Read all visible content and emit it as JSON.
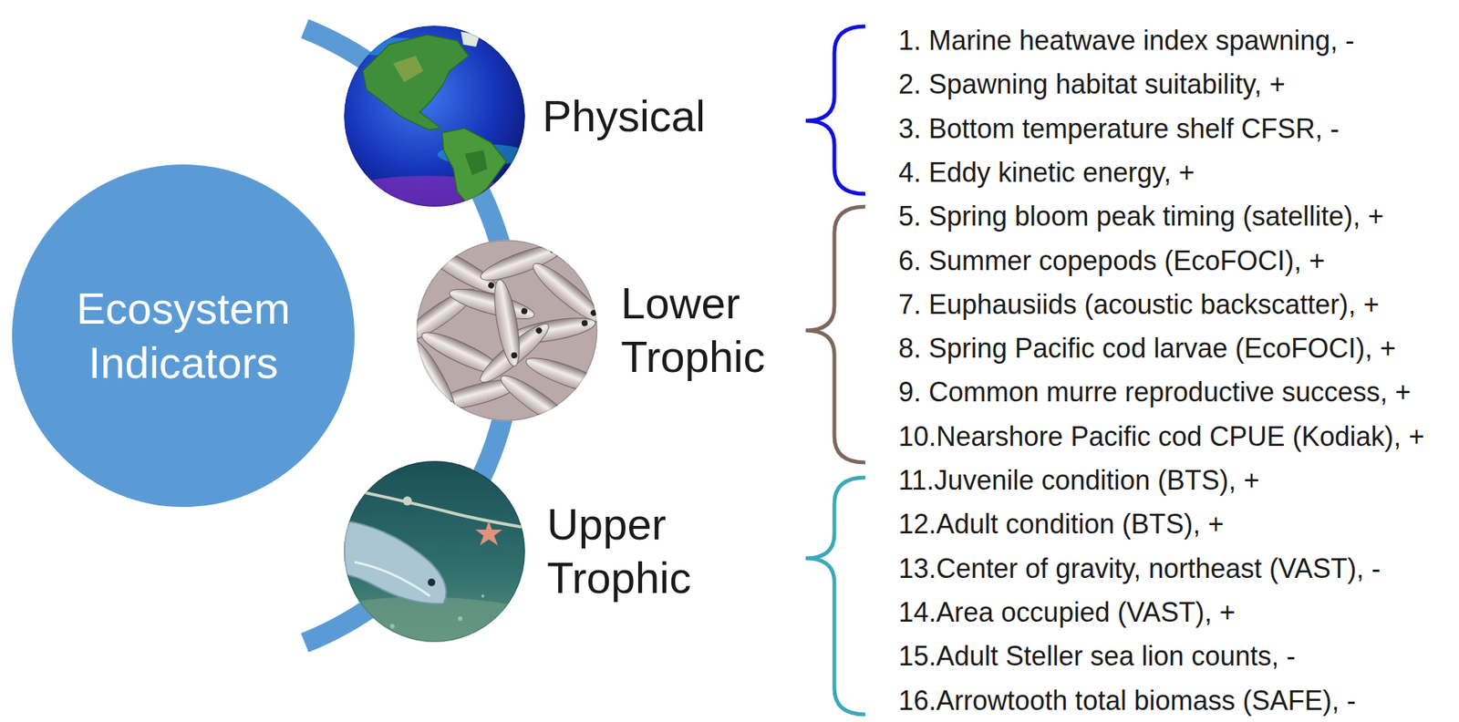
{
  "diagram": {
    "nodes": [
      {
        "text": [
          "Ecosystem Indicators"
        ]
      },
      {
        "text": [
          "Physical"
        ]
      },
      {
        "text": [
          "Lower Trophic"
        ]
      },
      {
        "text": [
          "Upper Trophic"
        ]
      }
    ],
    "labels": [
      "1. Marine heatwave index spawning, -",
      "2. Spawning habitat suitability, +",
      "3. Bottom temperature shelf CFSR, -",
      "4. Eddy kinetic energy, +",
      "5. Spring bloom peak timing (satellite), +",
      "6. Summer copepods (EcoFOCI), +",
      "7. Euphausiids (acoustic backscatter), +",
      "8. Spring Pacific cod larvae (EcoFOCI), +",
      "9. Common murre reproductive success, +",
      "10.Nearshore Pacific cod CPUE (Kodiak), +",
      "11.Juvenile condition (BTS), +",
      "12.Adult condition (BTS), +",
      "13.Center of gravity, northeast (VAST), -",
      "14.Area occupied (VAST), +",
      "15.Adult Steller sea lion counts, -",
      "16.Arrowtooth total biomass (SAFE), -"
    ]
  }
}
